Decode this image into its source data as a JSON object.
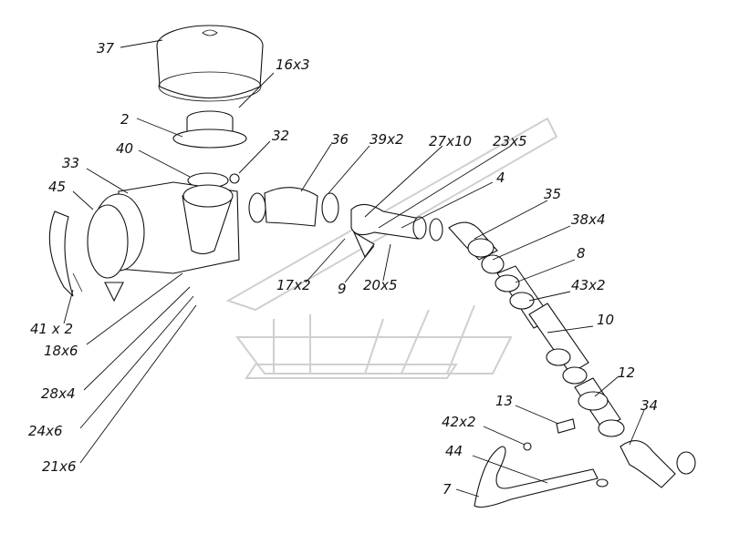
{
  "diagram": {
    "labels": [
      "37",
      "16x3",
      "2",
      "32",
      "36",
      "39x2",
      "27x10",
      "23x5",
      "4",
      "35",
      "38x4",
      "8",
      "43x2",
      "10",
      "12",
      "13",
      "34",
      "42x2",
      "44",
      "7",
      "40",
      "33",
      "45",
      "41 x 2",
      "18x6",
      "28x4",
      "24x6",
      "21x6",
      "17x2",
      "9",
      "20x5"
    ],
    "colors": {
      "line": "#111111",
      "watermark": "#cfcfcf",
      "background": "#ffffff"
    }
  }
}
